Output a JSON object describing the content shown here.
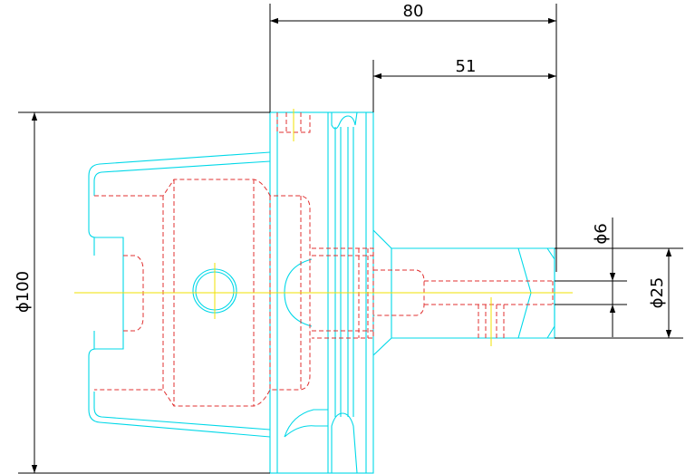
{
  "drawing": {
    "dimensions": {
      "overall_length": "80",
      "shank_length": "51",
      "flange_diameter": "ϕ100",
      "bore_diameter": "ϕ6",
      "shank_diameter": "ϕ25"
    },
    "colors": {
      "outline": "#00d8e8",
      "hidden": "#e03030",
      "centerline": "#f0e000",
      "dimension": "#000000",
      "background": "#ffffff"
    }
  }
}
